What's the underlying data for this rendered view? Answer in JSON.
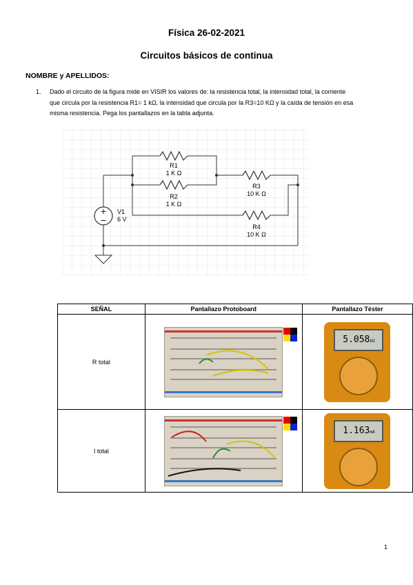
{
  "header": {
    "title": "Física 26-02-2021",
    "subtitle": "Circuitos básicos de continua",
    "name_label": "NOMBRE y APELLIDOS:"
  },
  "question": {
    "number": "1.",
    "line1": "Dado el circuito de la figura mide en VISIR los valores de: la resistencia total, la intensidad total, la corriente",
    "line2": "que circula por la resistencia R1= 1 kΩ, la intensidad que circula por la R3=10 KΩ y la caída de tensión en esa",
    "line3": "misma resistencia. Pega los pantallazos en la tabla adjunta."
  },
  "circuit": {
    "r1_name": "R1",
    "r1_value": "1 K Ω",
    "r2_name": "R2",
    "r2_value": "1 K Ω",
    "r3_name": "R3",
    "r3_value": "10 K Ω",
    "r4_name": "R4",
    "r4_value": "10 K Ω",
    "v1_name": "V1",
    "v1_value": "6 V",
    "plus": "+",
    "minus": "−"
  },
  "table": {
    "col1": "SEÑAL",
    "col2": "Pantallazo Protoboard",
    "col3": "Pantallazo Téster",
    "rows": [
      {
        "signal": "R total",
        "reading": "5.058",
        "unit": "kΩ"
      },
      {
        "signal": "I total",
        "reading": "1.163",
        "unit": "mA"
      }
    ]
  },
  "footer": {
    "page_number": "1"
  }
}
